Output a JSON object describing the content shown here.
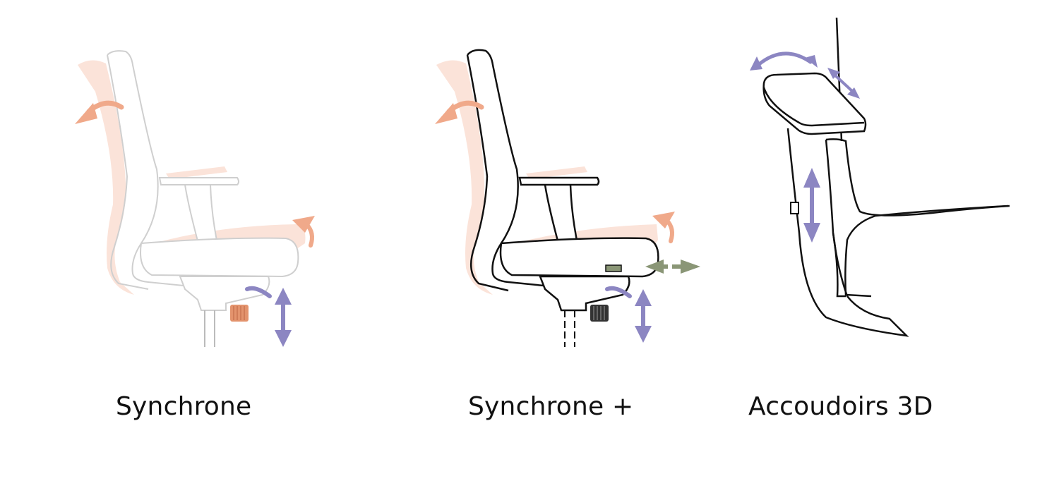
{
  "colors": {
    "outline": "#111111",
    "orange": "#f0a98a",
    "orange_shadow": "#fbe3d9",
    "lavender": "#8c86c2",
    "green": "#8a9676",
    "knob": "#e3936d"
  },
  "icons": [
    "recline-arrow-icon",
    "seat-tilt-arrow-icon",
    "height-arrow-icon",
    "seat-depth-arrow-icon",
    "armrest-rotation-arrow-icon",
    "armrest-slide-arrow-icon",
    "armrest-height-arrow-icon"
  ],
  "panels": [
    {
      "caption": "Synchrone"
    },
    {
      "caption": "Synchrone +"
    },
    {
      "caption": "Accoudoirs 3D"
    }
  ]
}
